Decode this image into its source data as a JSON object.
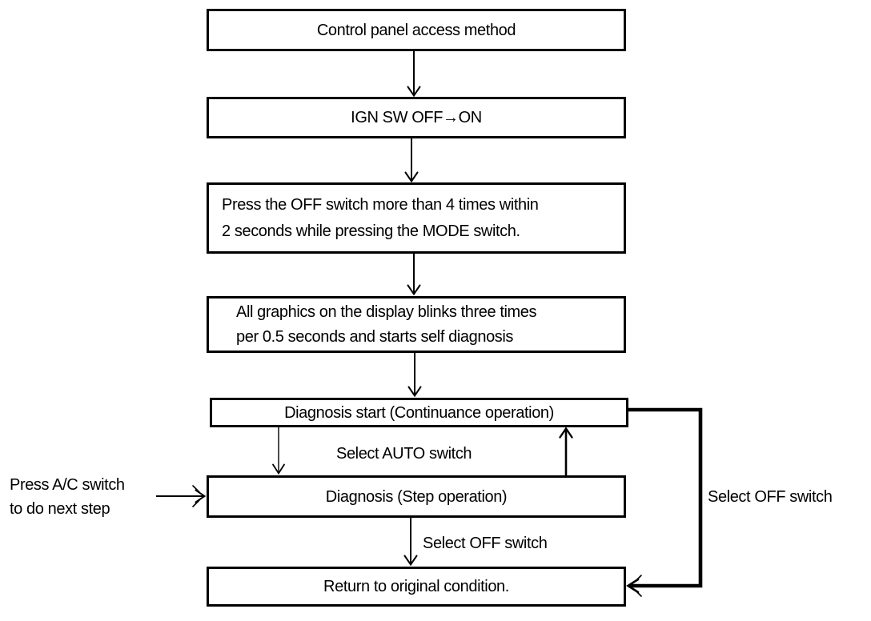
{
  "diagram": {
    "title_box": "Control panel access method",
    "background_color": "#ffffff",
    "line_color": "#000000",
    "boxes": [
      {
        "id": "control-panel-access",
        "label": "Control panel access method"
      },
      {
        "id": "ign-sw-off-on",
        "label": "IGN SW OFF→ON"
      },
      {
        "id": "press-off-switch",
        "line1": "Press the OFF switch more than 4 times within",
        "line2": "2 seconds while pressing the MODE switch."
      },
      {
        "id": "all-graphics-blink",
        "line1": "All graphics on the display blinks three times",
        "line2": "per 0.5 seconds and starts self diagnosis"
      },
      {
        "id": "diagnosis-start",
        "label": "Diagnosis start (Continuance operation)"
      },
      {
        "id": "diagnosis-step",
        "label": "Diagnosis (Step operation)"
      },
      {
        "id": "return-original",
        "label": "Return to original condition."
      }
    ],
    "labels": {
      "select_auto": "Select AUTO switch",
      "select_off_step": "Select OFF switch",
      "select_off_right": "Select OFF switch",
      "press_ac_line1": "Press A/C switch",
      "press_ac_line2": "to do next step"
    }
  }
}
